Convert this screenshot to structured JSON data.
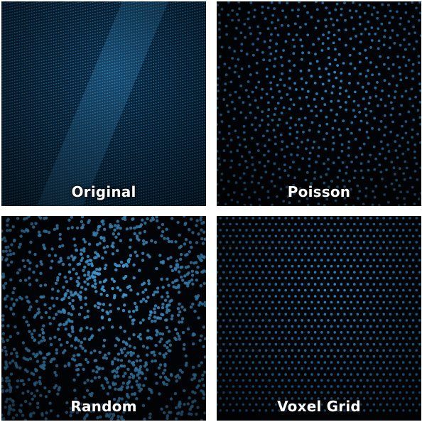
{
  "panels": [
    {
      "id": "original",
      "label": "Original",
      "pattern": "dense-scanlines"
    },
    {
      "id": "poisson",
      "label": "Poisson",
      "pattern": "poisson-disk"
    },
    {
      "id": "random",
      "label": "Random",
      "pattern": "random-clustered"
    },
    {
      "id": "voxel",
      "label": "Voxel Grid",
      "pattern": "regular-lattice"
    }
  ],
  "colors": {
    "background": "#020609",
    "point": "#2a8fd0",
    "point_bright": "#47a9e8",
    "separator": "#ffffff",
    "caption": "#ffffff"
  }
}
